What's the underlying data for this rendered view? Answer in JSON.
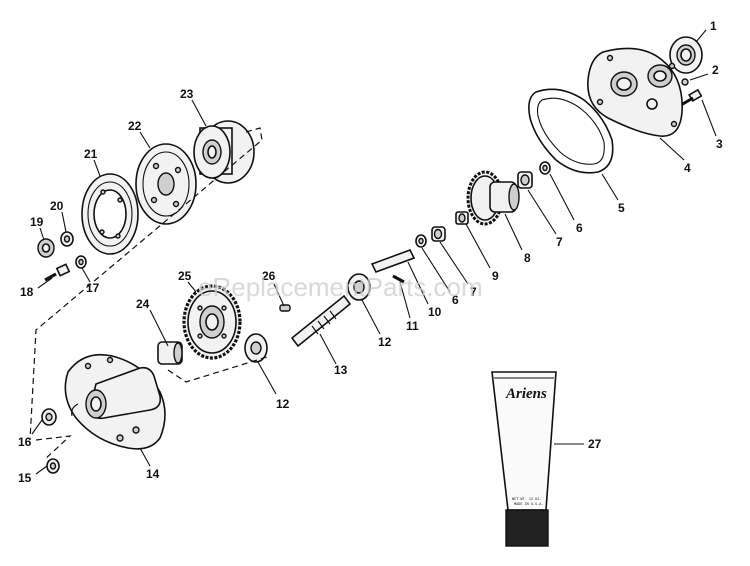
{
  "watermark": "eReplacementParts.com",
  "tube_brand": "Ariens",
  "callouts": [
    {
      "id": "1",
      "label": "1"
    },
    {
      "id": "2",
      "label": "2"
    },
    {
      "id": "3",
      "label": "3"
    },
    {
      "id": "4",
      "label": "4"
    },
    {
      "id": "5",
      "label": "5"
    },
    {
      "id": "6a",
      "label": "6"
    },
    {
      "id": "6b",
      "label": "6"
    },
    {
      "id": "7a",
      "label": "7"
    },
    {
      "id": "7b",
      "label": "7"
    },
    {
      "id": "8",
      "label": "8"
    },
    {
      "id": "9",
      "label": "9"
    },
    {
      "id": "10",
      "label": "10"
    },
    {
      "id": "11",
      "label": "11"
    },
    {
      "id": "12a",
      "label": "12"
    },
    {
      "id": "12b",
      "label": "12"
    },
    {
      "id": "13",
      "label": "13"
    },
    {
      "id": "14",
      "label": "14"
    },
    {
      "id": "15",
      "label": "15"
    },
    {
      "id": "16",
      "label": "16"
    },
    {
      "id": "17",
      "label": "17"
    },
    {
      "id": "18",
      "label": "18"
    },
    {
      "id": "19",
      "label": "19"
    },
    {
      "id": "20",
      "label": "20"
    },
    {
      "id": "21",
      "label": "21"
    },
    {
      "id": "22",
      "label": "22"
    },
    {
      "id": "23",
      "label": "23"
    },
    {
      "id": "24",
      "label": "24"
    },
    {
      "id": "25",
      "label": "25"
    },
    {
      "id": "26",
      "label": "26"
    },
    {
      "id": "27",
      "label": "27"
    }
  ]
}
